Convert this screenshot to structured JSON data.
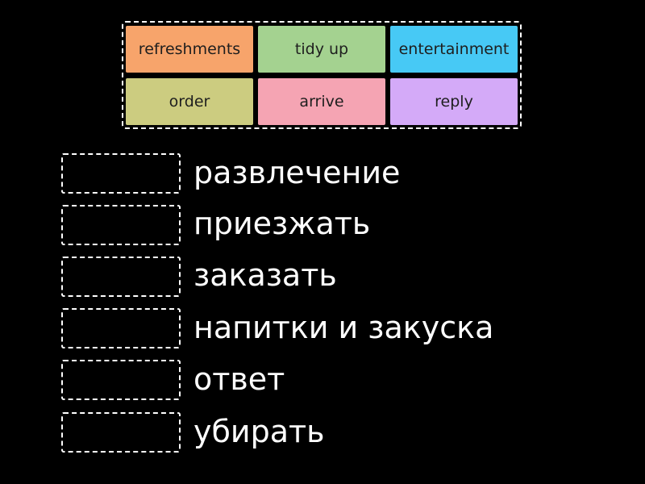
{
  "word_bank": {
    "tiles": [
      {
        "label": "refreshments",
        "color": "#f7a46b"
      },
      {
        "label": "tidy up",
        "color": "#a4d290"
      },
      {
        "label": "entertainment",
        "color": "#47c9f5"
      },
      {
        "label": "order",
        "color": "#cccc80"
      },
      {
        "label": "arrive",
        "color": "#f5a4b3"
      },
      {
        "label": "reply",
        "color": "#d4aaf8"
      }
    ]
  },
  "matches": [
    {
      "prompt": "развлечение"
    },
    {
      "prompt": "приезжать"
    },
    {
      "prompt": "заказать"
    },
    {
      "prompt": "напитки и закуска"
    },
    {
      "prompt": "ответ"
    },
    {
      "prompt": "убирать"
    }
  ],
  "colors": {
    "background": "#000000",
    "text": "#ffffff",
    "tile_text": "#1e1e1e",
    "dashed_border": "#ffffff"
  }
}
